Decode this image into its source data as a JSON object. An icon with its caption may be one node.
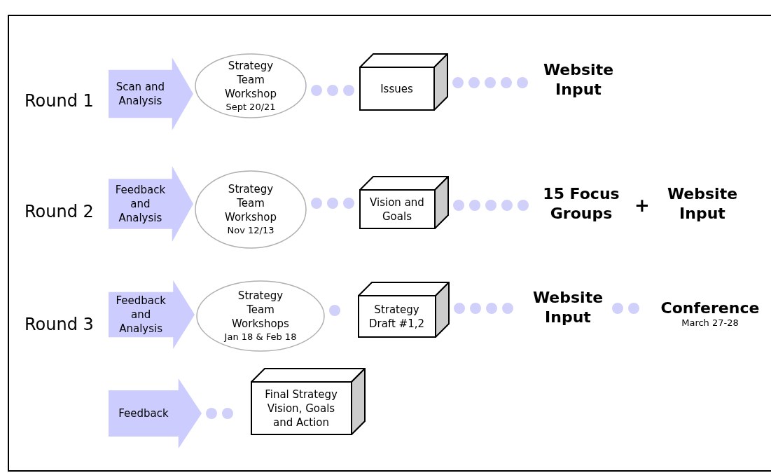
{
  "diagram": {
    "nodes": [
      {
        "text": [
          "Scan and Analysis"
        ]
      },
      {
        "text": [
          "Strategy Team Workshop",
          "Sept 20/21"
        ]
      },
      {
        "text": [
          "Issues"
        ]
      },
      {
        "text": [
          "Website Input"
        ]
      },
      {
        "text": [
          "Feedback and Analysis"
        ]
      },
      {
        "text": [
          "Strategy Team Workshop",
          "Nov 12/13"
        ]
      },
      {
        "text": [
          "Vision and Goals"
        ]
      },
      {
        "text": [
          "15 Focus Groups"
        ]
      },
      {
        "text": [
          "Website Input"
        ]
      },
      {
        "text": [
          "Feedback and Analysis"
        ]
      },
      {
        "text": [
          "Strategy Team Workshops",
          "Jan 18 & Feb 18"
        ]
      },
      {
        "text": [
          "Strategy Draft #1,2"
        ]
      },
      {
        "text": [
          "Website Input"
        ]
      },
      {
        "text": [
          "Conference",
          "March 27-28"
        ]
      },
      {
        "text": [
          "Feedback"
        ]
      },
      {
        "text": [
          "Final Strategy Vision, Goals and Action"
        ]
      }
    ],
    "edges": [
      {
        "from": 1,
        "to": 2,
        "arrow": "none"
      },
      {
        "from": 2,
        "to": 3,
        "arrow": "none"
      },
      {
        "from": 5,
        "to": 6,
        "arrow": "none"
      },
      {
        "from": 6,
        "to": 7,
        "arrow": "none"
      },
      {
        "from": 10,
        "to": 11,
        "arrow": "none"
      },
      {
        "from": 11,
        "to": 12,
        "arrow": "none"
      },
      {
        "from": 12,
        "to": 13,
        "arrow": "none"
      },
      {
        "from": 14,
        "to": 15,
        "arrow": "none"
      }
    ],
    "labels": [
      "Round 1",
      "Round 2",
      "+",
      "Round 3"
    ]
  }
}
